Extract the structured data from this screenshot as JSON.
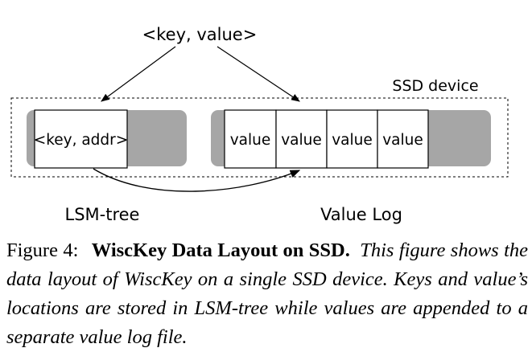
{
  "diagram": {
    "top_label": "<key, value>",
    "device_label": "SSD device",
    "lsm_entry": "<key, addr>",
    "lsm_label": "LSM-tree",
    "value_cells": [
      "value",
      "value",
      "value",
      "value"
    ],
    "vlog_label": "Value Log"
  },
  "caption": {
    "label": "Figure 4:",
    "title": "WiscKey Data Layout on SSD.",
    "body": "This figure shows the data layout of WiscKey on a single SSD device. Keys and value’s locations are stored in LSM-tree while values are appended to a separate value log file."
  },
  "colors": {
    "gray_fill": "#a6a6a6",
    "line": "#000000"
  }
}
